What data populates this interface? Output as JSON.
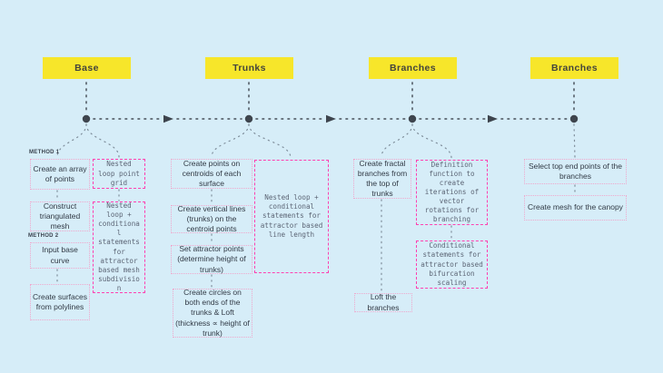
{
  "headers": [
    "Base",
    "Trunks",
    "Branches",
    "Branches"
  ],
  "method_labels": {
    "m1": "METHOD 1",
    "m2": "METHOD 2"
  },
  "base": {
    "b1": "Create an array of points",
    "m1": "Nested loop point grid",
    "b2": "Construct triangulated mesh",
    "b3": "Input base curve",
    "m2": "Nested loop + conditional statements for attractor based mesh subdivision",
    "b4": "Create surfaces from polylines"
  },
  "trunks": {
    "b1": "Create points on centroids of each surface",
    "m1": "Nested loop + conditional statements for attractor based line length",
    "b2": "Create vertical lines (trunks) on the centroid points",
    "b3": "Set attractor points (determine height of trunks)",
    "b4": "Create circles on both ends of the trunks & Loft (thickness ∝ height of trunk)"
  },
  "branches_a": {
    "b1": "Create fractal branches from the top of trunks",
    "m1": "Definition function to create iterations of vector rotations for branching",
    "m2": "Conditional statements for attractor based bifurcation scaling",
    "b2": "Loft the branches"
  },
  "branches_b": {
    "b1": "Select top end points of the branches",
    "b2": "Create mesh for the canopy"
  },
  "palette": {
    "background": "#d6edf8",
    "node_yellow": "#f7e62a",
    "accent_magenta": "#ff40b0",
    "accent_pale_pink": "#efa9cd",
    "timeline_dot": "#3e454e",
    "connector_gray": "#5a646e"
  }
}
